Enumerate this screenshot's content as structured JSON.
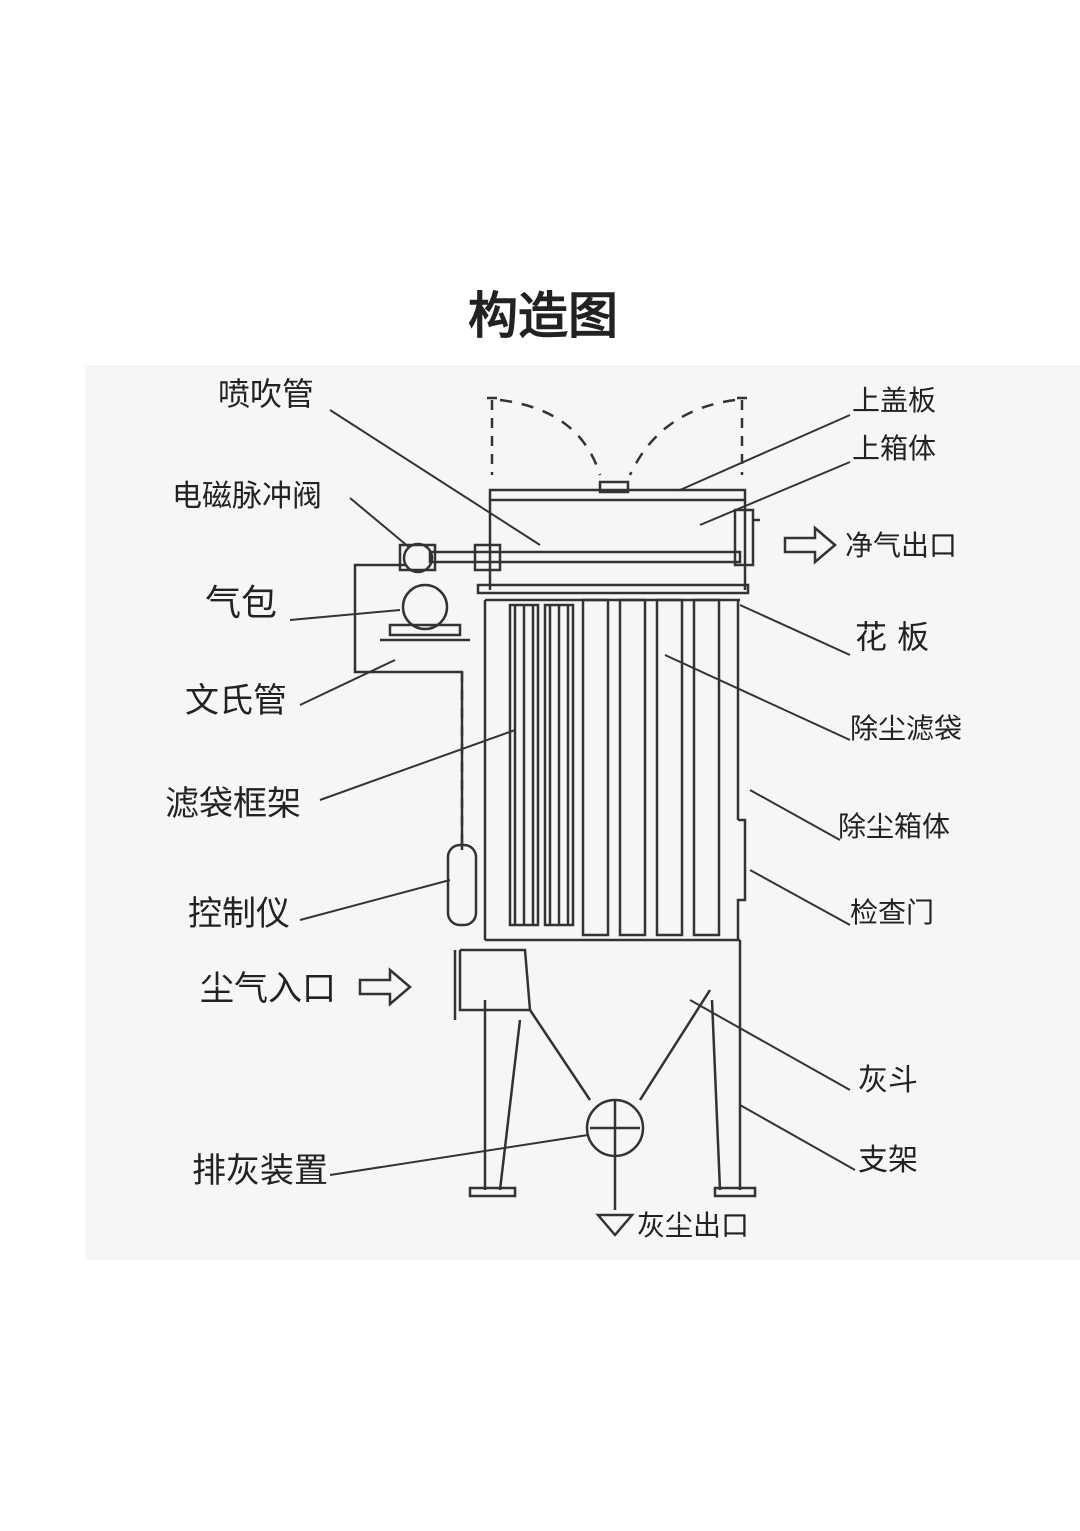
{
  "title": "构造图",
  "labels": {
    "spray_pipe": "喷吹管",
    "solenoid_valve": "电磁脉冲阀",
    "air_tank": "气包",
    "venturi": "文氏管",
    "bag_cage": "滤袋框架",
    "controller": "控制仪",
    "dusty_air_inlet": "尘气入口",
    "discharge_device": "排灰装置",
    "top_cover": "上盖板",
    "upper_box": "上箱体",
    "clean_air_outlet": "净气出口",
    "tube_sheet": "花 板",
    "filter_bag": "除尘滤袋",
    "dust_box": "除尘箱体",
    "inspection_door": "检查门",
    "ash_hopper": "灰斗",
    "support": "支架",
    "dust_outlet": "灰尘出口"
  },
  "colors": {
    "line": "#333333",
    "panel": "#f6f6f6",
    "text": "#222222"
  }
}
